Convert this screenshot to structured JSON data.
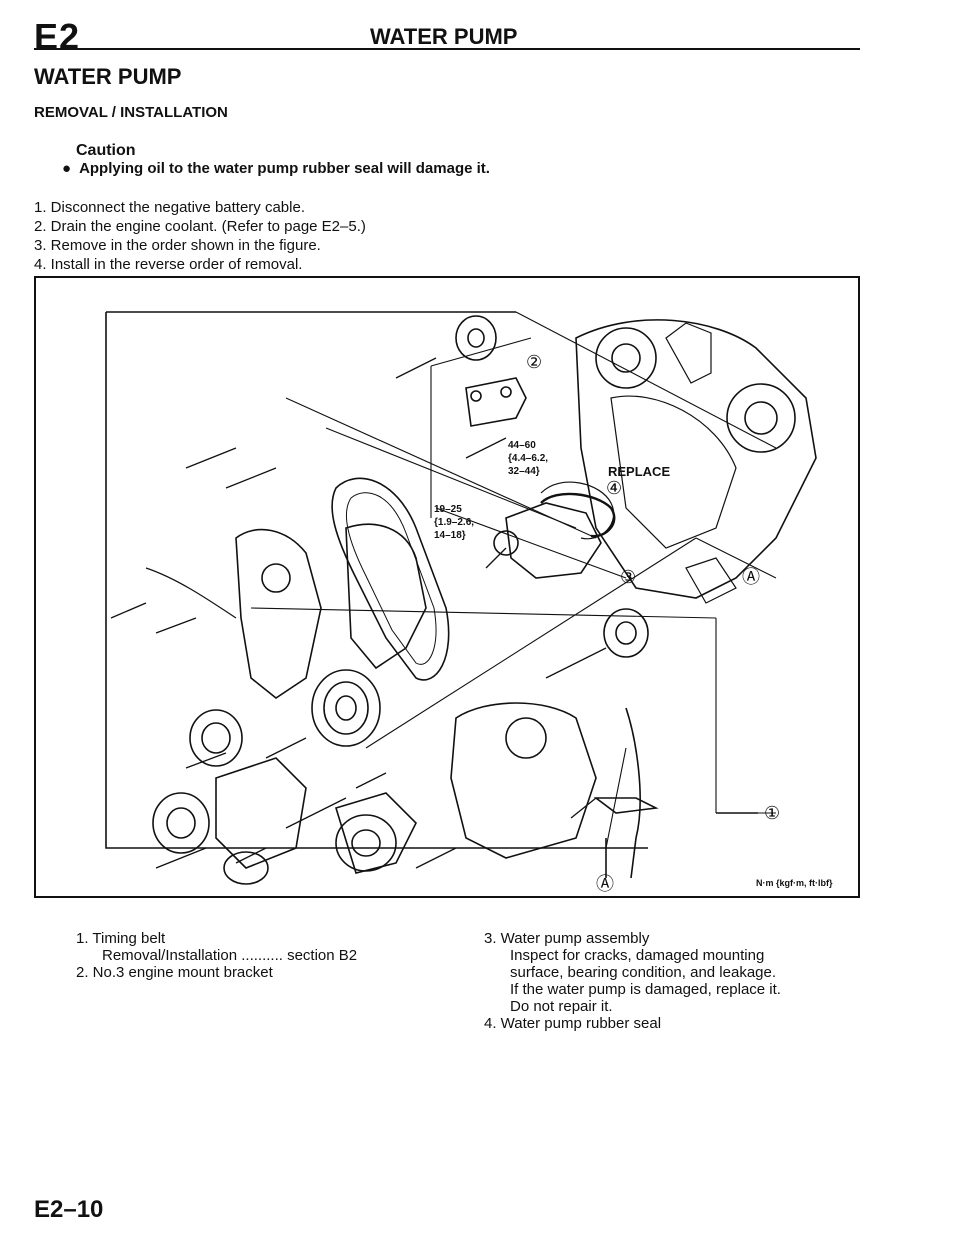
{
  "header": {
    "section": "E2",
    "title": "WATER PUMP"
  },
  "page_title": "WATER PUMP",
  "subtitle": "REMOVAL / INSTALLATION",
  "caution": {
    "heading": "Caution",
    "bullet": "●",
    "text": "Applying oil to the water pump rubber seal will damage it."
  },
  "steps": [
    "1. Disconnect the negative battery cable.",
    "2. Drain the engine coolant. (Refer to page E2–5.)",
    "3. Remove in the order shown in the figure.",
    "4. Install in the reverse order of removal."
  ],
  "figure": {
    "callouts": [
      "①",
      "②",
      "③",
      "④",
      "Ⓐ"
    ],
    "replace_label": "REPLACE",
    "torque1": [
      "44–60",
      "{4.4–6.2,",
      "32–44}"
    ],
    "torque2": [
      "19–25",
      "{1.9–2.6,",
      "14–18}"
    ],
    "units": "N·m {kgf·m, ft·lbf}"
  },
  "legend": {
    "left": {
      "item1": "1. Timing belt",
      "item1_sub": "Removal/Installation .......... section B2",
      "item2": "2. No.3 engine mount bracket"
    },
    "right": {
      "item3": "3. Water pump assembly",
      "item3_lines": [
        "Inspect for cracks, damaged mounting",
        "surface, bearing condition, and leakage.",
        "If the water pump is damaged, replace it.",
        "Do not repair it."
      ],
      "item4": "4. Water pump rubber seal"
    }
  },
  "footer": {
    "page": "E2–10"
  }
}
